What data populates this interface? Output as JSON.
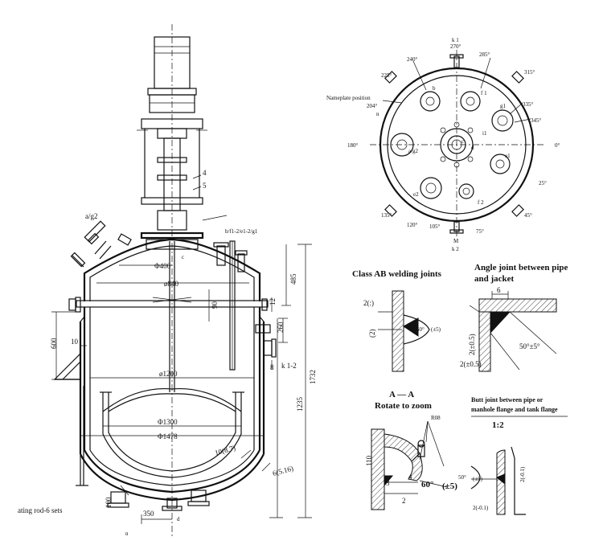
{
  "main_view": {
    "labels": {
      "ag2": "a/g2",
      "item4": "4",
      "item5": "5",
      "nozzles": "b/f1-2/e1-2/g1",
      "phi400": "Φ400",
      "c": "c",
      "phi840": "ø840",
      "d485": "485",
      "d90": "90",
      "d12": "12",
      "d260": "260",
      "d600": "600",
      "d10": "10",
      "k12": "k 1-2",
      "d8": "8",
      "phi1200": "ø1200",
      "d1235": "1235",
      "d1732": "1732",
      "phi1300": "Φ1300",
      "phi1478": "Φ1478",
      "d10_87": "10(8.7)",
      "d6_516": "6(5.16)",
      "rods": "ating rod-6 sets",
      "d100": "100",
      "d350": "350",
      "d": "d",
      "n": "n"
    }
  },
  "top_view": {
    "labels": {
      "k1": "k 1",
      "a270": "270°",
      "a240": "240°",
      "a285": "285°",
      "a225": "225°",
      "a315": "315°",
      "nameplate": "Nameplate position",
      "a204": "204°",
      "a335": "335°",
      "a345": "345°",
      "b": "b",
      "f1": "f 1",
      "g1": "g1",
      "n": "n",
      "a180": "180°",
      "a0": "0°",
      "i": "i1",
      "c": "c",
      "d": "d",
      "g2": "a/g2",
      "e1": "e1",
      "e2": "e2",
      "f2": "f 2",
      "a25": "25°",
      "a135": "135°",
      "a45": "45°",
      "a120": "120°",
      "a105": "105°",
      "a75": "75°",
      "m": "M",
      "k2": "k 2"
    }
  },
  "detail_ab": {
    "title": "Class AB welding joints",
    "d2": "2(:)",
    "d2b": "(2)",
    "d50": "50°",
    "d5": "(±5)"
  },
  "detail_angle": {
    "title_line1": "Angle joint between pipe",
    "title_line2": "and jacket",
    "d6": "6",
    "d2_05": "2(±0.5)",
    "d2_05b": "2(±0.5)",
    "d50": "50°±5°"
  },
  "detail_aa": {
    "title_line1": "A — A",
    "title_line2": "Rotate to zoom",
    "d110": "110",
    "d3": "3",
    "d4": "4",
    "d2": "2",
    "d60": "60°",
    "d5": "(±5)",
    "callout": "R08"
  },
  "detail_butt": {
    "title_line1": "Butt joint between pipe or",
    "title_line2": "manhole flange and tank flange",
    "scale": "1:2",
    "d50": "50°",
    "d5": "(±5)",
    "d2a": "2(-0.1)",
    "d2b": "2(-0.1)"
  }
}
